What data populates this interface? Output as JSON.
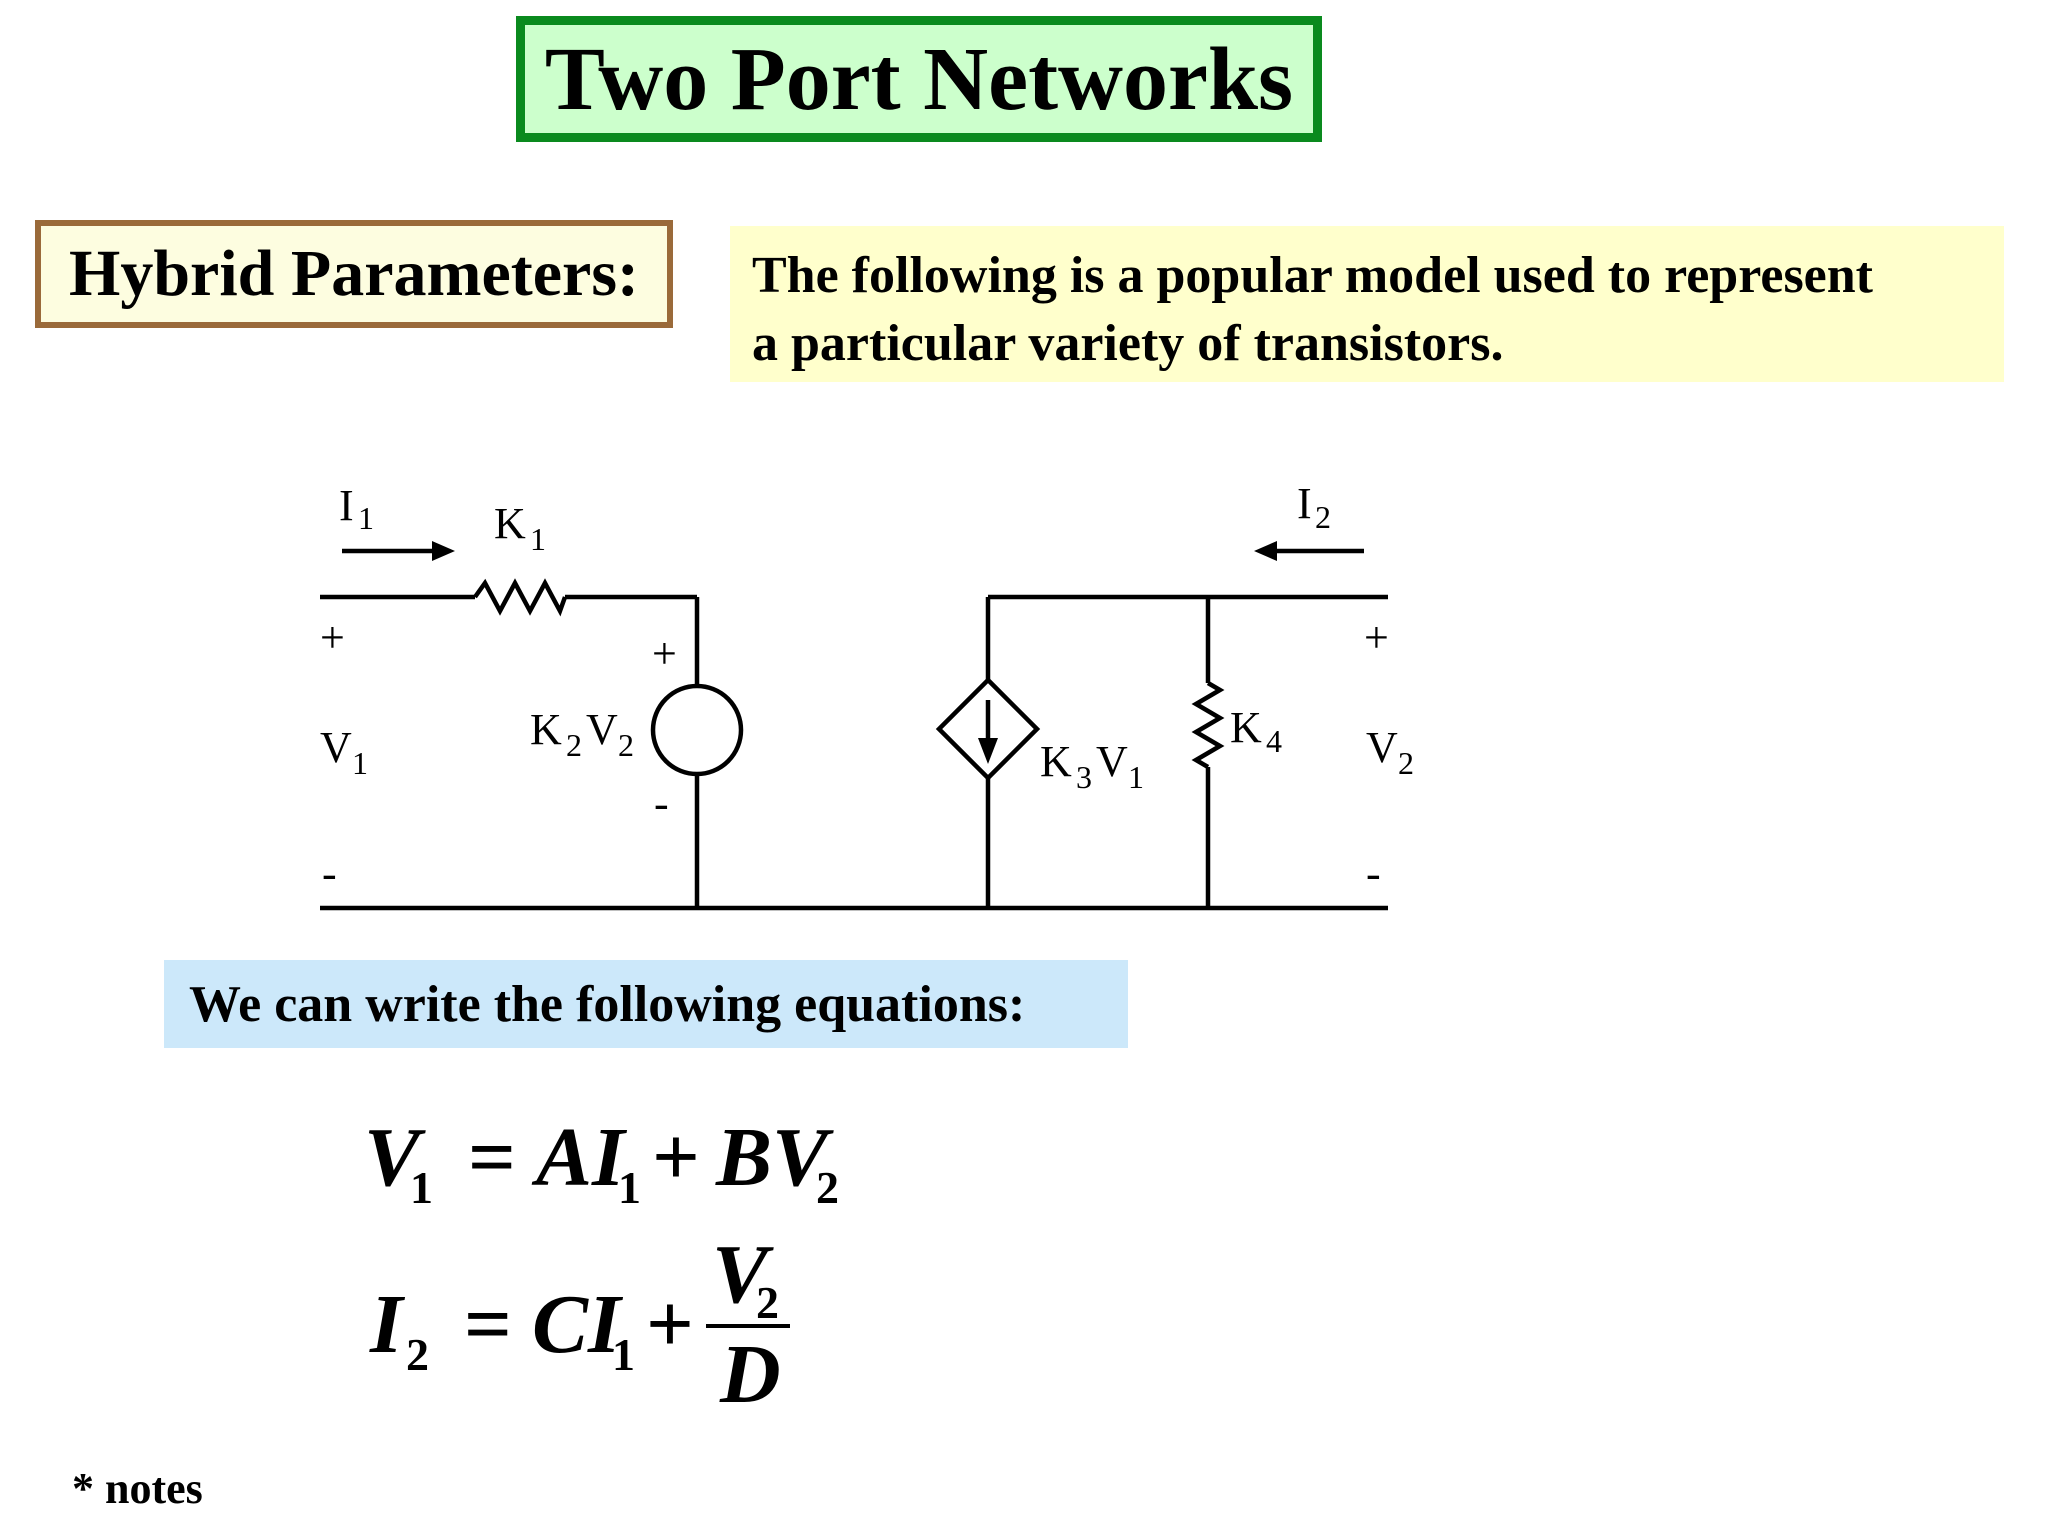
{
  "slide": {
    "title": "Two Port Networks",
    "section_label": "Hybrid Parameters:",
    "intro_lines": [
      "The following is a popular model used to represent",
      "a particular variety of  transistors."
    ],
    "equations_label": "We can write the following equations:",
    "notes": "* notes"
  },
  "circuit": {
    "I1": {
      "main": "I",
      "sub": "1"
    },
    "I2": {
      "main": "I",
      "sub": "2"
    },
    "K1": {
      "main": "K",
      "sub": "1"
    },
    "K2V2": {
      "k": "K",
      "k_sub": "2",
      "v": "V",
      "v_sub": "2"
    },
    "K3V1": {
      "k": "K",
      "k_sub": "3",
      "v": "V",
      "v_sub": "1"
    },
    "K4": {
      "main": "K",
      "sub": "4"
    },
    "V1": {
      "main": "V",
      "sub": "1"
    },
    "V2": {
      "main": "V",
      "sub": "2"
    },
    "plus": "+",
    "minus": "-"
  },
  "equations": {
    "eq1": {
      "lhs": "V",
      "lhs_sub": "1",
      "equals": "=",
      "t1": "AI",
      "t1_sub": "1",
      "plus": "+",
      "t2": "BV",
      "t2_sub": "2"
    },
    "eq2": {
      "lhs": "I",
      "lhs_sub": "2",
      "equals": "=",
      "t1": "CI",
      "t1_sub": "1",
      "plus": "+",
      "num": "V",
      "num_sub": "2",
      "den": "D"
    }
  }
}
